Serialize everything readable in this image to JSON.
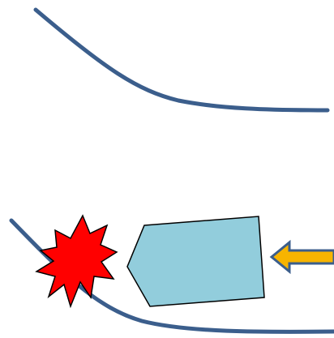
{
  "diagram": {
    "colors": {
      "background": "#FFFFFF",
      "road_edge": "#3B5E8C",
      "vessel_fill": "#92CDDC",
      "vessel_stroke": "#000000",
      "collision_fill": "#FF0000",
      "collision_stroke": "#000000",
      "arrow_fill": "#F7B400",
      "arrow_stroke": "#3B5E8C"
    },
    "elements": {
      "upper_edge": {
        "icon": "curved-line"
      },
      "lower_edge": {
        "icon": "curved-line"
      },
      "vessel": {
        "icon": "pentagon-block"
      },
      "collision": {
        "icon": "explosion-burst"
      },
      "motion_arrow": {
        "icon": "left-arrow",
        "direction": "left"
      }
    }
  }
}
